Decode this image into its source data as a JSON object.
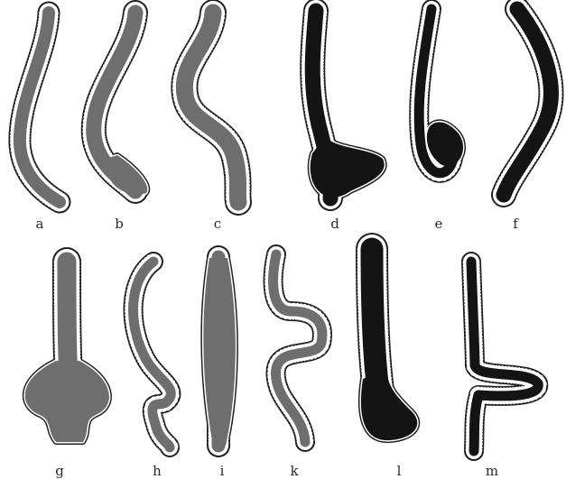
{
  "figure": {
    "panels": [
      {
        "id": "a",
        "label": "a",
        "shade": "grey",
        "shape": "gently curved tube"
      },
      {
        "id": "b",
        "label": "b",
        "shade": "grey",
        "shape": "S-curved tube widening at base"
      },
      {
        "id": "c",
        "label": "c",
        "shade": "grey",
        "shape": "double S-curved tube"
      },
      {
        "id": "d",
        "label": "d",
        "shade": "black",
        "shape": "tube with foot-like bulge at base"
      },
      {
        "id": "e",
        "label": "e",
        "shade": "black",
        "shape": "tube with hooked end"
      },
      {
        "id": "f",
        "label": "f",
        "shade": "black",
        "shape": "curved tube"
      },
      {
        "id": "g",
        "label": "g",
        "shade": "grey",
        "shape": "tube with flared vase-shaped base"
      },
      {
        "id": "h",
        "label": "h",
        "shade": "grey",
        "shape": "tube with loop in lower half"
      },
      {
        "id": "i",
        "label": "i",
        "shade": "grey",
        "shape": "spindle-shaped straight tube"
      },
      {
        "id": "k",
        "label": "k",
        "shade": "grey",
        "shape": "tube with hairpin loop at top"
      },
      {
        "id": "l",
        "label": "l",
        "shade": "black",
        "shape": "straight tube widening at base"
      },
      {
        "id": "m",
        "label": "m",
        "shade": "black",
        "shape": "tube with sideways fold"
      }
    ],
    "colors": {
      "grey": "#6e6e6e",
      "black": "#141414",
      "outline": "#202020",
      "cells": "#ffffff"
    }
  }
}
